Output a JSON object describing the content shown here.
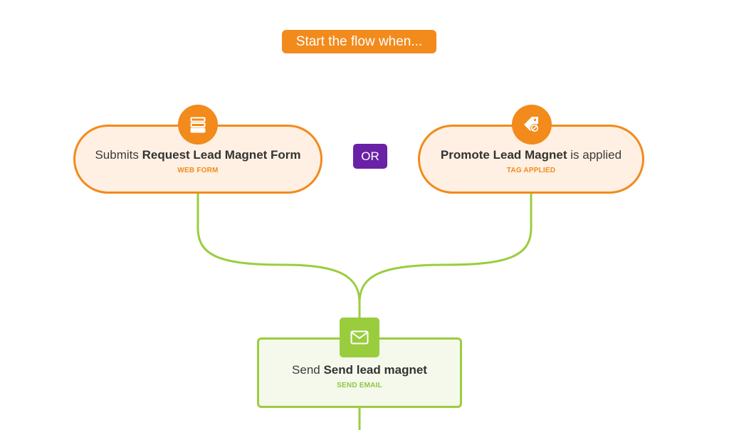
{
  "start": {
    "label": "Start the flow when..."
  },
  "or_label": "OR",
  "triggers": [
    {
      "prefix": "Submits ",
      "name": "Request Lead Magnet Form",
      "suffix": "",
      "type": "WEB FORM",
      "icon": "web-form-icon"
    },
    {
      "prefix": "",
      "name": "Promote Lead Magnet",
      "suffix": " is applied",
      "type": "TAG APPLIED",
      "icon": "tag-icon"
    }
  ],
  "action": {
    "prefix": "Send ",
    "name": "Send lead magnet",
    "type": "SEND EMAIL",
    "icon": "envelope-icon"
  },
  "colors": {
    "trigger": "#f28a1c",
    "trigger_bg": "#fff0e3",
    "or": "#6a21a6",
    "action": "#9acd3e",
    "action_bg": "#f5f9ec",
    "connector": "#9acd3e"
  }
}
